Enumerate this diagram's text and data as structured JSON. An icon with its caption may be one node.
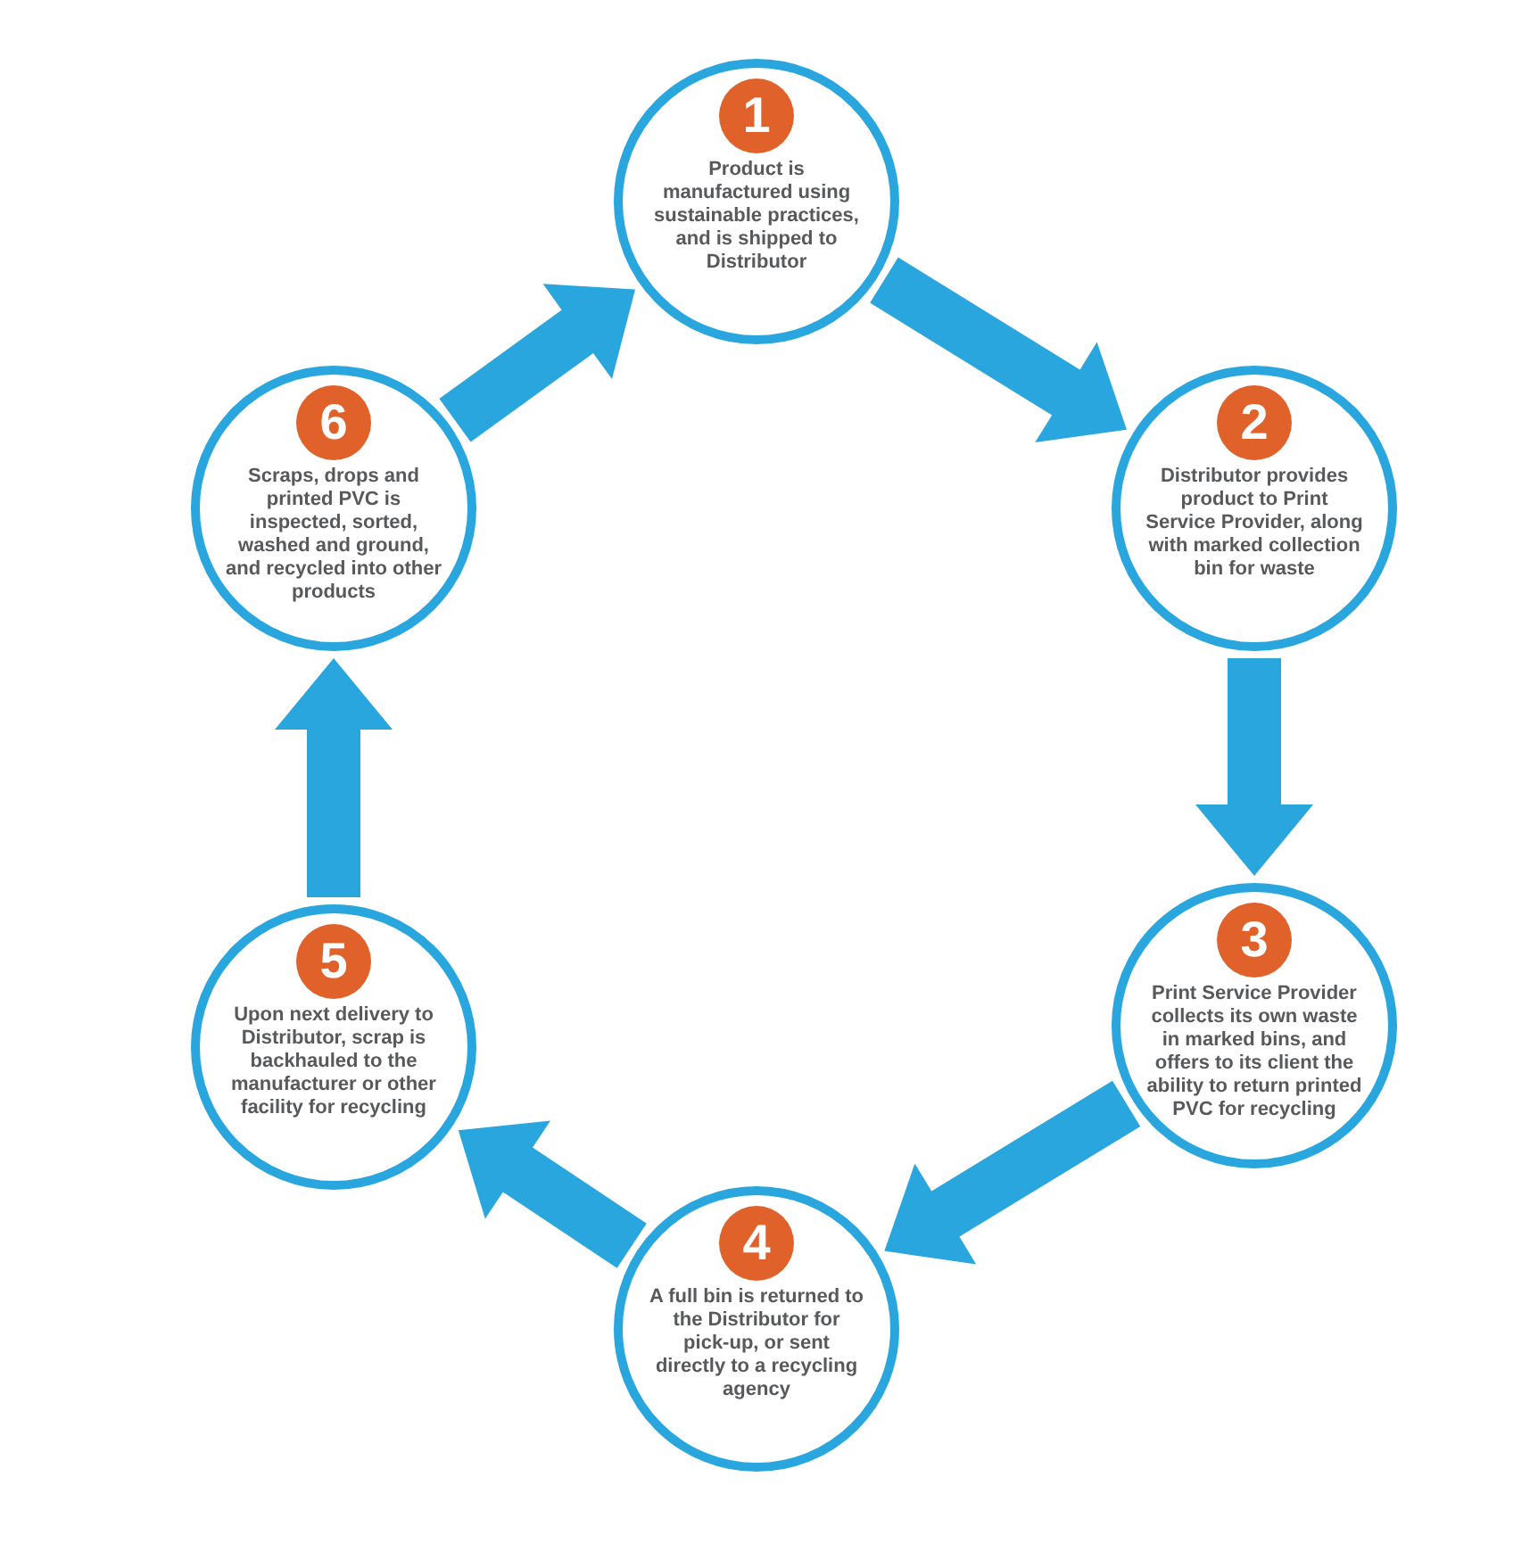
{
  "diagram": {
    "nodes": [
      {
        "text": [
          "1",
          "Product is manufactured using sustainable practices, and is shipped to Distributor"
        ]
      },
      {
        "text": [
          "2",
          "Distributor provides product to Print Service Provider, along with marked collection bin for waste"
        ]
      },
      {
        "text": [
          "3",
          "Print Service Provider collects its own waste in marked bins, and offers to its client the ability to return printed PVC for recycling"
        ]
      },
      {
        "text": [
          "4",
          "A full bin is returned to the Distributor for pick-up, or sent directly to a recycling agency"
        ]
      },
      {
        "text": [
          "5",
          "Upon next delivery to Distributor, scrap is backhauled to the manufacturer or other facility for recycling"
        ]
      },
      {
        "text": [
          "6",
          "Scraps, drops and printed PVC is inspected, sorted, washed and ground, and recycled into other products"
        ]
      }
    ],
    "edges": [
      {
        "from": 0,
        "to": 1,
        "arrow": "to",
        "style": "thick"
      },
      {
        "from": 1,
        "to": 2,
        "arrow": "to",
        "style": "thick"
      },
      {
        "from": 2,
        "to": 3,
        "arrow": "to",
        "style": "thick"
      },
      {
        "from": 3,
        "to": 4,
        "arrow": "to",
        "style": "thick"
      },
      {
        "from": 4,
        "to": 5,
        "arrow": "to",
        "style": "thick"
      },
      {
        "from": 5,
        "to": 0,
        "arrow": "to",
        "style": "thick"
      }
    ]
  }
}
